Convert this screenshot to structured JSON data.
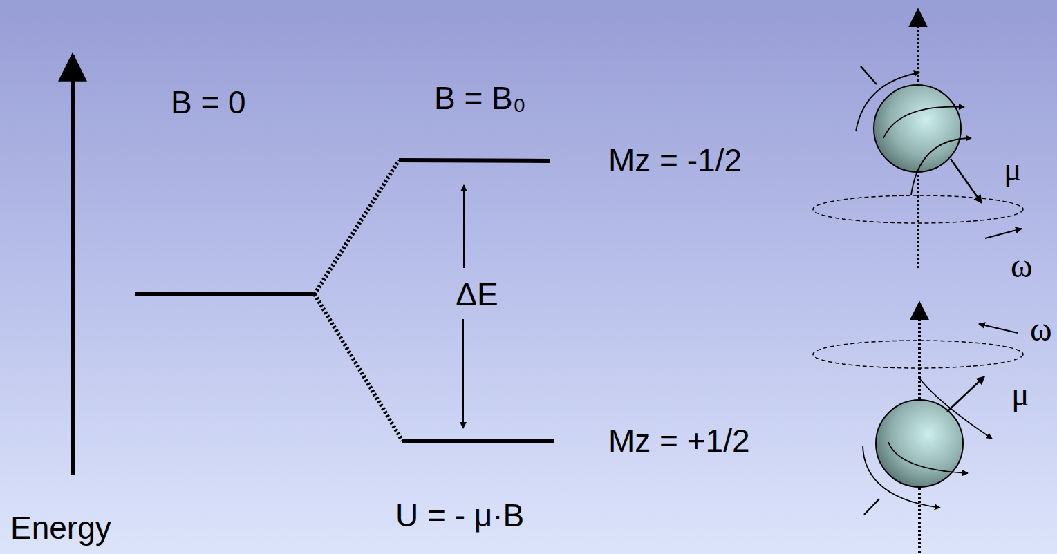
{
  "diagram": {
    "labels": [
      "B = 0",
      "B = B₀",
      "Mz = -1/2",
      "ΔE",
      "Mz = +1/2",
      "U = - μ·B",
      "Energy",
      "μ",
      "ω",
      "ω",
      "μ"
    ]
  }
}
